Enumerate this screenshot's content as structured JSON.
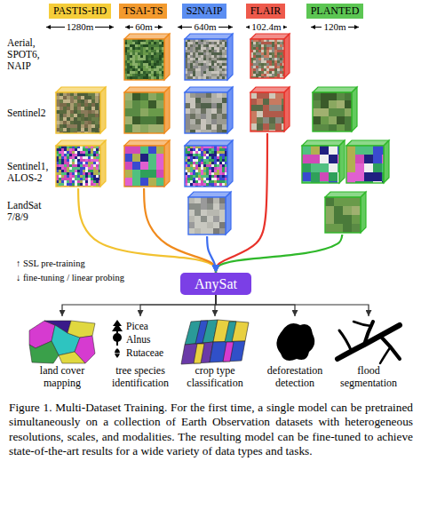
{
  "diagram": {
    "caption": "Figure 1. Multi-Dataset Training. For the first time, a single model can be pretrained simultaneously on a collection of Earth Observation datasets with heterogeneous resolutions, scales, and modalities. The resulting model can be fine-tuned to achieve state-of-the-art results for a wide variety of data types and tasks.",
    "nodes": [
      {
        "text": [
          "PASTIS-HD"
        ]
      },
      {
        "text": [
          "TSAI-TS"
        ]
      },
      {
        "text": [
          "S2NAIP"
        ]
      },
      {
        "text": [
          "FLAIR"
        ]
      },
      {
        "text": [
          "PLANTED"
        ]
      },
      {
        "text": [
          "AnySat"
        ]
      },
      {
        "text": [
          "land cover mapping"
        ]
      },
      {
        "text": [
          "Picea",
          "Alnus",
          "Rutaceae",
          "tree species identification"
        ]
      },
      {
        "text": [
          "crop type classification"
        ]
      },
      {
        "text": [
          "deforestation detection"
        ]
      },
      {
        "text": [
          "flood segmentation"
        ]
      }
    ],
    "edges": [
      {
        "from": 0,
        "to": 5,
        "arrow": "to"
      },
      {
        "from": 1,
        "to": 5,
        "arrow": "to"
      },
      {
        "from": 2,
        "to": 5,
        "arrow": "to"
      },
      {
        "from": 3,
        "to": 5,
        "arrow": "to"
      },
      {
        "from": 4,
        "to": 5,
        "arrow": "to"
      },
      {
        "from": 5,
        "to": 6,
        "arrow": "to"
      },
      {
        "from": 5,
        "to": 7,
        "arrow": "to"
      },
      {
        "from": 5,
        "to": 8,
        "arrow": "to"
      },
      {
        "from": 5,
        "to": 9,
        "arrow": "to"
      },
      {
        "from": 5,
        "to": 10,
        "arrow": "to"
      }
    ],
    "labels": [
      "1280m",
      "60m",
      "640m",
      "102.4m",
      "120m",
      "Aerial, SPOT6, NAIP",
      "Sentinel2",
      "Sentinel1, ALOS-2",
      "LandSat 7/8/9",
      "↑ SSL pre-training",
      "↓ fine-tuning / linear probing"
    ]
  }
}
